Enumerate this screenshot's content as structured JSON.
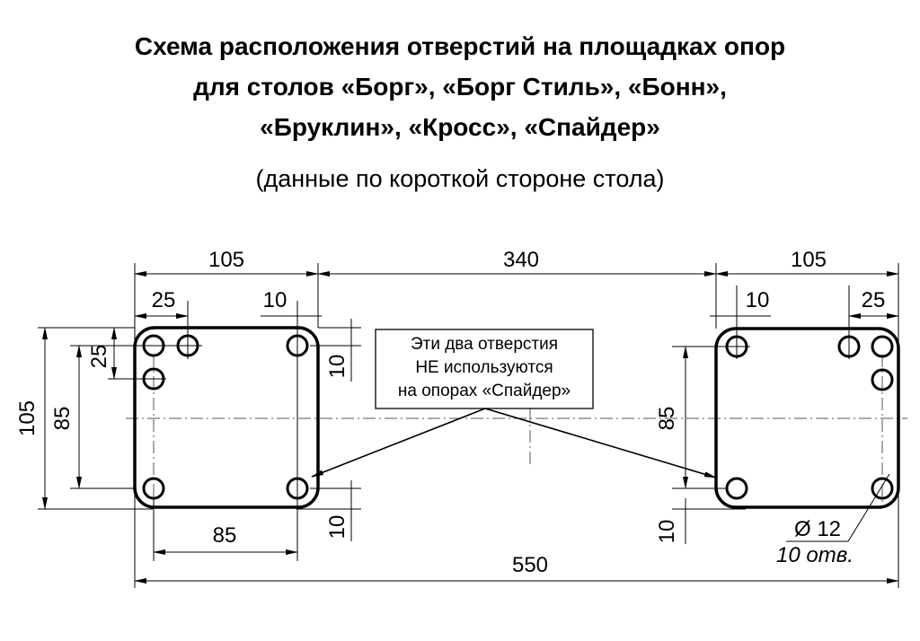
{
  "title": {
    "line1": "Схема расположения отверстий на площадках опор",
    "line2": "для столов «Борг», «Борг Стиль», «Бонн»,",
    "line3": "«Бруклин», «Кросс», «Спайдер»",
    "subtitle": "(данные по короткой стороне стола)"
  },
  "dimensions": {
    "left_width": "105",
    "gap": "340",
    "right_width": "105",
    "left_offset_25": "25",
    "left_offset_10": "10",
    "right_offset_10": "10",
    "right_offset_25": "25",
    "left_height": "105",
    "left_hole_span_v": "85",
    "left_offset_v_25": "25",
    "left_top_10": "10",
    "left_bottom_10": "10",
    "left_hole_span_h": "85",
    "total": "550",
    "right_hole_span_v": "85",
    "right_bottom_10": "10"
  },
  "note": {
    "line1": "Эти два отверстия",
    "line2": "НЕ используются",
    "line3": "на опорах «Спайдер»"
  },
  "hole_spec": {
    "diameter": "Ø 12",
    "count": "10 отв."
  }
}
